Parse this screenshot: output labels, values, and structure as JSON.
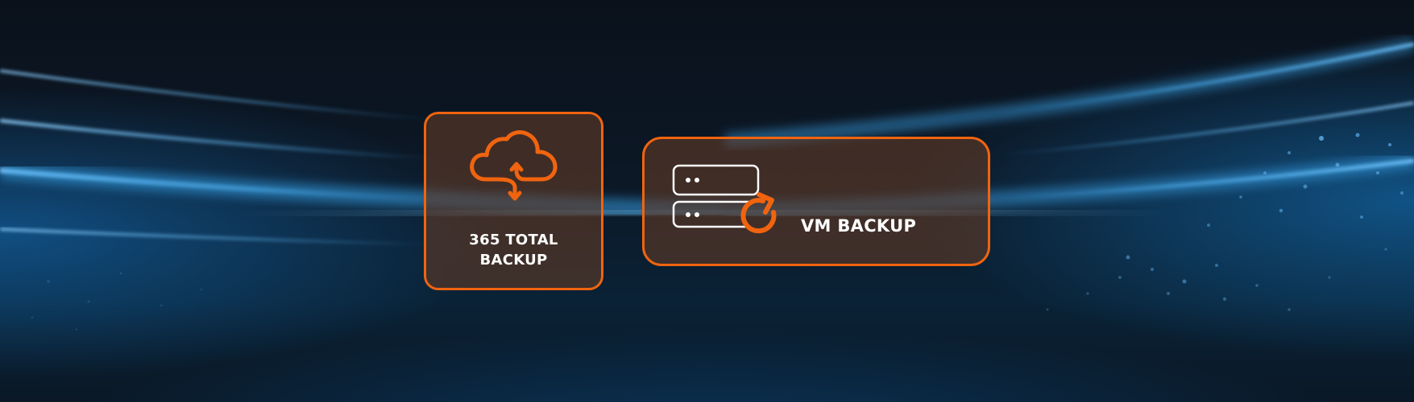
{
  "colors": {
    "accent": "#f0640f",
    "card_fill": "#5f3a26",
    "text": "#ffffff",
    "background": "#0b1420",
    "glow": "#1e8fe0"
  },
  "cards": [
    {
      "icon": "cloud-sync-icon",
      "label_lines": [
        "365 TOTAL",
        "BACKUP"
      ]
    },
    {
      "icon": "server-backup-icon",
      "label": "VM BACKUP"
    }
  ]
}
